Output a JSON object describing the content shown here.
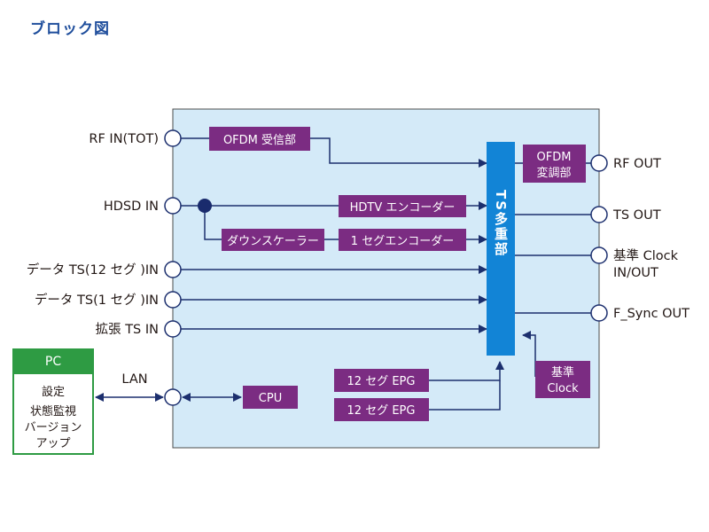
{
  "title": "ブロック図",
  "colors": {
    "main_box_fill": "#d4eaf8",
    "main_box_border": "#4d4d4d",
    "block_fill": "#7b2c82",
    "mux_fill": "#1284d6",
    "pc_border": "#2e9b43",
    "line": "#1c2f6e",
    "junction": "#1a2b6d"
  },
  "inputs": [
    {
      "id": "rf_in",
      "label": "RF IN(TOT)"
    },
    {
      "id": "hdsd_in",
      "label": "HDSD IN"
    },
    {
      "id": "data_ts_12",
      "label": "データ TS(12 セグ )IN"
    },
    {
      "id": "data_ts_1",
      "label": "データ TS(1 セグ )IN"
    },
    {
      "id": "ext_ts",
      "label": "拡張 TS IN"
    }
  ],
  "outputs": [
    {
      "id": "rf_out",
      "label": "RF OUT"
    },
    {
      "id": "ts_out",
      "label": "TS OUT"
    },
    {
      "id": "clock_io_1",
      "label": "基準 Clock"
    },
    {
      "id": "clock_io_2",
      "label": "IN/OUT"
    },
    {
      "id": "fsync_out",
      "label": "F_Sync OUT"
    }
  ],
  "blocks": {
    "ofdm_rx": "OFDM 受信部",
    "hdtv_enc": "HDTV エンコーダー",
    "downscaler": "ダウンスケーラー",
    "oneseg_enc": "1 セグエンコーダー",
    "mux": "TS多重部",
    "ofdm_mod_1": "OFDM",
    "ofdm_mod_2": "変調部",
    "ref_clock_1": "基準",
    "ref_clock_2": "Clock",
    "cpu": "CPU",
    "epg_a": "12 セグ EPG",
    "epg_b": "12 セグ EPG"
  },
  "lan_label": "LAN",
  "pc": {
    "header": "PC",
    "lines": [
      "設定",
      "状態監視",
      "バージョン",
      "アップ"
    ]
  }
}
